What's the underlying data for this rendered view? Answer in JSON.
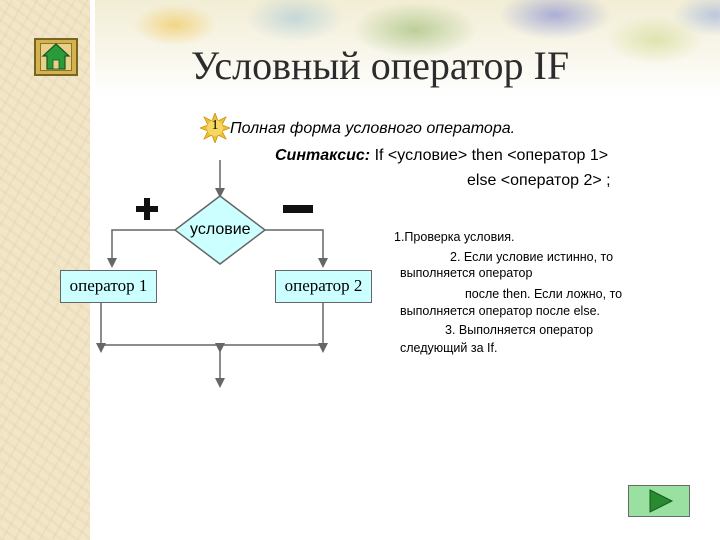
{
  "slide": {
    "title": "Условный оператор  IF",
    "item_number": "1",
    "heading": "Полная форма условного оператора.",
    "syntax_label": "Синтаксис:",
    "syntax_line1": " If <условие>  then <оператор 1>",
    "syntax_line2": "else <оператор 2> ;"
  },
  "flowchart": {
    "condition": "условие",
    "plus_sign": "+",
    "minus_sign": "—",
    "box_left": "оператор 1",
    "box_right": "оператор 2"
  },
  "notes": {
    "line1": "1.Проверка условия.",
    "line2": "2. Если условие истинно, то",
    "line3": "выполняется оператор",
    "line4": "после then. Если ложно, то",
    "line5": "выполняется оператор после else.",
    "line6": "3. Выполняется оператор",
    "line7": "следующий за If."
  },
  "navigation": {
    "home_icon": "home-icon",
    "next_icon": "play-triangle-icon"
  },
  "colors": {
    "background_texture": "#f2e6c8",
    "box_fill": "#ccffff",
    "diamond_fill": "#ccffff",
    "next_button": "#9ae0a0",
    "home_button": "#d4b24c",
    "burst": "#f0c030"
  }
}
